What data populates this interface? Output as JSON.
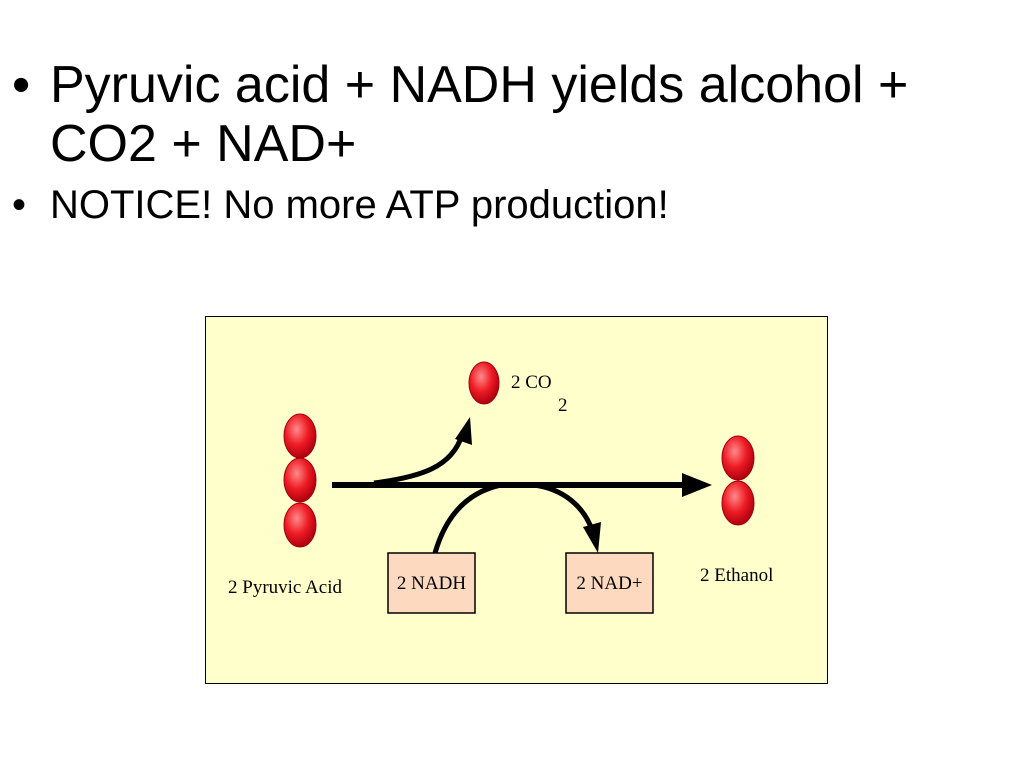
{
  "slide": {
    "bullets": [
      {
        "marker": "•",
        "line1": "Pyruvic acid + NADH yields alcohol +",
        "line2": "CO2 + NAD+"
      },
      {
        "marker": "•",
        "line1": "NOTICE!  No more ATP production!"
      }
    ]
  },
  "diagram": {
    "background_color": "#ffffcc",
    "box_color": "#fdd9c0",
    "molecule_color": "#ee1c24",
    "labels": {
      "pyruvic": "2 Pyruvic Acid",
      "nadh": "2 NADH",
      "nad": "2 NAD+",
      "ethanol": "2 Ethanol",
      "co2_main": "2 CO",
      "co2_sub": "2"
    }
  }
}
